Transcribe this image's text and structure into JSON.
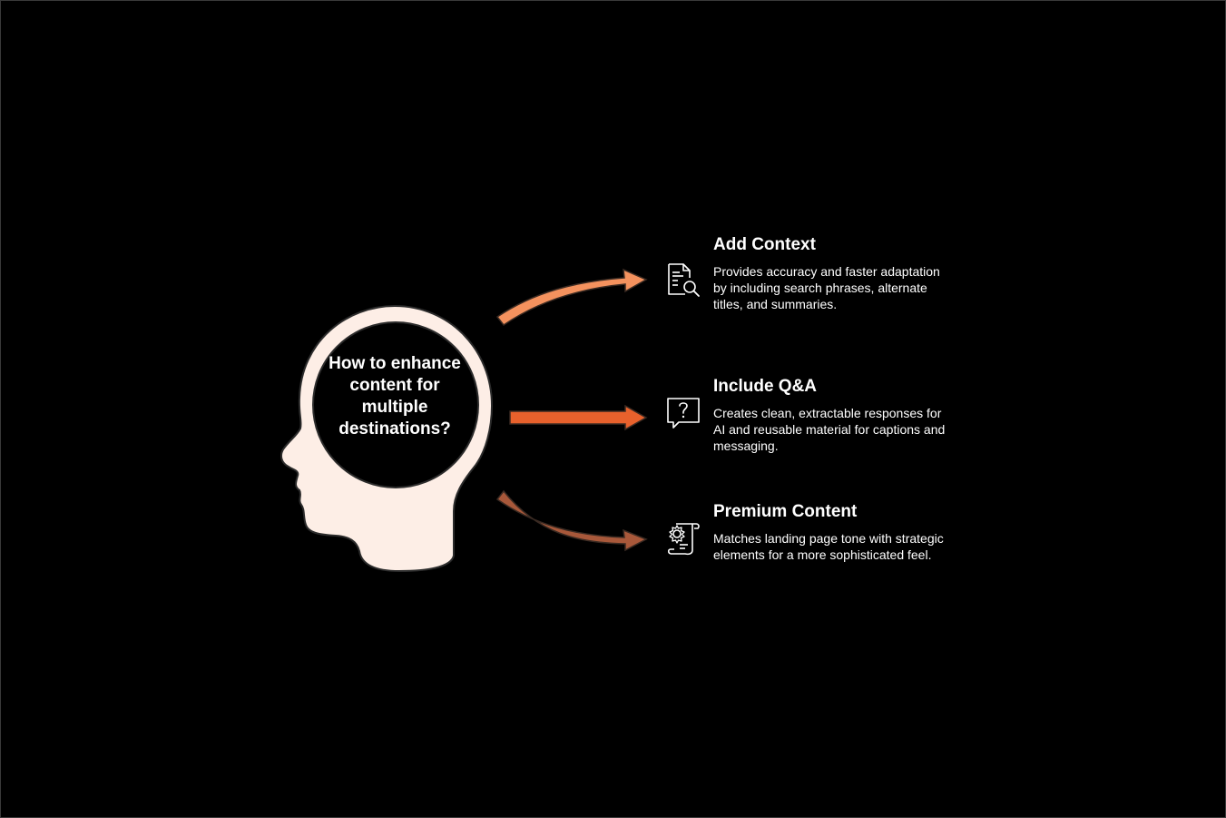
{
  "center": {
    "question": "How to enhance content for multiple destinations?"
  },
  "items": [
    {
      "title": "Add Context",
      "description": "Provides accuracy and faster adaptation by including search phrases, alternate titles, and summaries.",
      "icon": "document-search-icon",
      "arrow_color": "#F4925E"
    },
    {
      "title": "Include Q&A",
      "description": "Creates clean, extractable responses for AI and reusable material for captions and messaging.",
      "icon": "question-bubble-icon",
      "arrow_color": "#E8612C"
    },
    {
      "title": "Premium Content",
      "description": "Matches landing page tone with strategic elements for a more sophisticated feel.",
      "icon": "certificate-scroll-icon",
      "arrow_color": "#A8583A"
    }
  ],
  "colors": {
    "background": "#000000",
    "head_fill": "#FDEEE6",
    "head_stroke": "#2B2B2B",
    "text": "#FFFFFF"
  }
}
